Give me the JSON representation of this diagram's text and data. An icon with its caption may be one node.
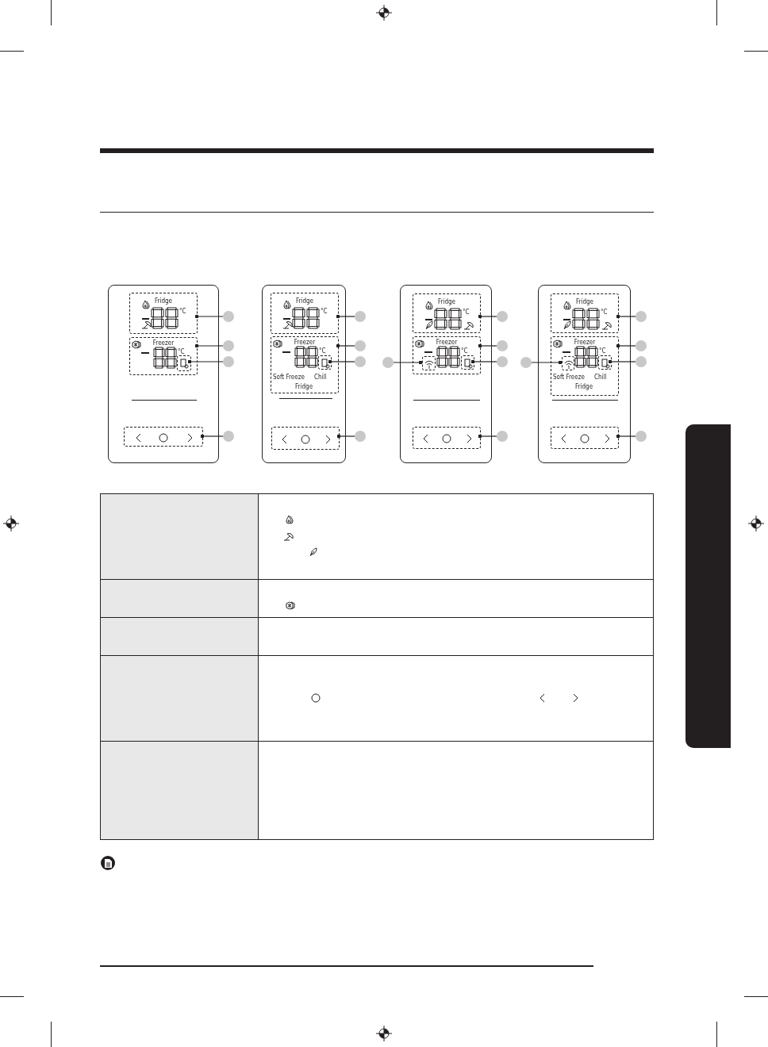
{
  "diagram": {
    "nodes": [
      {
        "text": [],
        "shape": "box"
      },
      {
        "text": [
          "Fridge",
          "°C"
        ],
        "in": 0
      },
      {
        "text": [
          "Freezer",
          "°C"
        ],
        "in": 0
      },
      {
        "text": [],
        "shape": "box",
        "in": 2
      },
      {
        "text": [],
        "shape": "box",
        "in": 0
      },
      {
        "text": [],
        "shape": "circle"
      },
      {
        "text": [],
        "shape": "circle"
      },
      {
        "text": [],
        "shape": "circle"
      },
      {
        "text": [],
        "shape": "circle"
      },
      {
        "text": [],
        "shape": "box"
      },
      {
        "text": [
          "Fridge",
          "°C"
        ],
        "in": 9
      },
      {
        "text": [
          "Freezer",
          "°C",
          "Soft Freeze",
          "Chill",
          "Fridge"
        ],
        "in": 9
      },
      {
        "text": [],
        "shape": "box",
        "in": 11
      },
      {
        "text": [],
        "shape": "box",
        "in": 9
      },
      {
        "text": [],
        "shape": "circle"
      },
      {
        "text": [],
        "shape": "circle"
      },
      {
        "text": [],
        "shape": "circle"
      },
      {
        "text": [],
        "shape": "circle"
      },
      {
        "text": [],
        "shape": "box"
      },
      {
        "text": [
          "Fridge",
          "°C"
        ],
        "in": 18
      },
      {
        "text": [
          "Freezer",
          "°C"
        ],
        "in": 18
      },
      {
        "text": [],
        "shape": "box",
        "in": 20
      },
      {
        "text": [],
        "shape": "box",
        "in": 20
      },
      {
        "text": [],
        "shape": "box",
        "in": 18
      },
      {
        "text": [],
        "shape": "circle"
      },
      {
        "text": [],
        "shape": "circle"
      },
      {
        "text": [],
        "shape": "circle"
      },
      {
        "text": [],
        "shape": "circle"
      },
      {
        "text": [],
        "shape": "circle"
      },
      {
        "text": [],
        "shape": "box"
      },
      {
        "text": [
          "Fridge",
          "°C"
        ],
        "in": 29
      },
      {
        "text": [
          "Freezer",
          "°C",
          "Soft Freeze",
          "Chill",
          "Fridge"
        ],
        "in": 29
      },
      {
        "text": [],
        "shape": "box",
        "in": 31
      },
      {
        "text": [],
        "shape": "box",
        "in": 31
      },
      {
        "text": [],
        "shape": "box",
        "in": 29
      },
      {
        "text": [],
        "shape": "circle"
      },
      {
        "text": [],
        "shape": "circle"
      },
      {
        "text": [],
        "shape": "circle"
      },
      {
        "text": [],
        "shape": "circle"
      },
      {
        "text": [],
        "shape": "circle"
      },
      {
        "text": [],
        "shape": "box"
      }
    ],
    "edges": [
      {
        "from": 1,
        "to": 5,
        "arrow": "other"
      },
      {
        "from": 2,
        "to": 6,
        "arrow": "other"
      },
      {
        "from": 3,
        "to": 7,
        "arrow": "other"
      },
      {
        "from": 4,
        "to": 8,
        "arrow": "other"
      },
      {
        "from": 10,
        "to": 14,
        "arrow": "other"
      },
      {
        "from": 11,
        "to": 15,
        "arrow": "other"
      },
      {
        "from": 12,
        "to": 16,
        "arrow": "other"
      },
      {
        "from": 13,
        "to": 17,
        "arrow": "other"
      },
      {
        "from": 19,
        "to": 24,
        "arrow": "other"
      },
      {
        "from": 20,
        "to": 25,
        "arrow": "other"
      },
      {
        "from": 21,
        "to": 26,
        "arrow": "other"
      },
      {
        "from": 22,
        "to": 27,
        "arrow": "other"
      },
      {
        "from": 23,
        "to": 28,
        "arrow": "other"
      },
      {
        "from": 30,
        "to": 35,
        "arrow": "other"
      },
      {
        "from": 31,
        "to": 36,
        "arrow": "other"
      },
      {
        "from": 32,
        "to": 37,
        "arrow": "other"
      },
      {
        "from": 33,
        "to": 38,
        "arrow": "other"
      },
      {
        "from": 34,
        "to": 39,
        "arrow": "other"
      }
    ]
  }
}
